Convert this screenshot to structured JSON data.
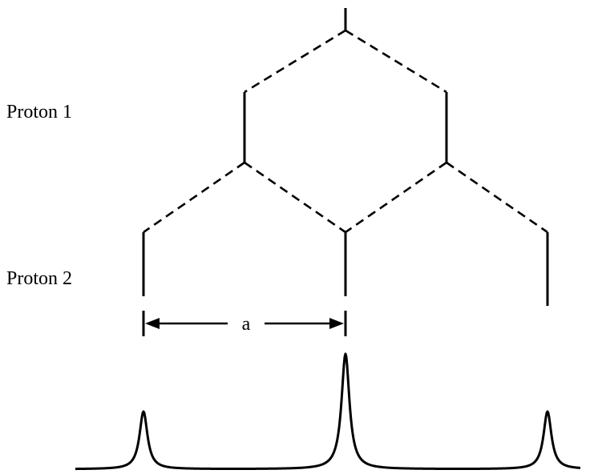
{
  "labels": {
    "proton1": "Proton 1",
    "proton2": "Proton 2",
    "coupling": "a"
  },
  "colors": {
    "ink": "#000000",
    "background": "#ffffff"
  },
  "spectrum": {
    "peaks": [
      {
        "name": "left",
        "relative_intensity": 1
      },
      {
        "name": "center",
        "relative_intensity": 2
      },
      {
        "name": "right",
        "relative_intensity": 1
      }
    ]
  }
}
